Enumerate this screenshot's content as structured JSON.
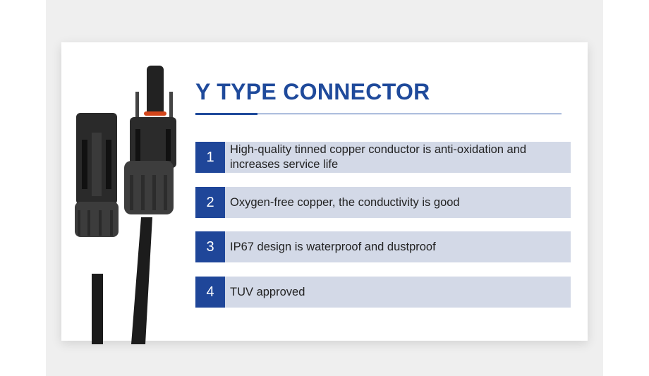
{
  "title": "Y TYPE CONNECTOR",
  "colors": {
    "accent": "#1f4699",
    "row_bg": "#d3d9e7"
  },
  "image": "black-solar-mc4-y-connector-pair-photo",
  "features": [
    {
      "number": "1",
      "text": "High-quality tinned copper conductor is anti-oxidation and increases service life"
    },
    {
      "number": "2",
      "text": "Oxygen-free copper, the conductivity is good"
    },
    {
      "number": "3",
      "text": "IP67 design is waterproof and dustproof"
    },
    {
      "number": "4",
      "text": "TUV approved"
    }
  ]
}
